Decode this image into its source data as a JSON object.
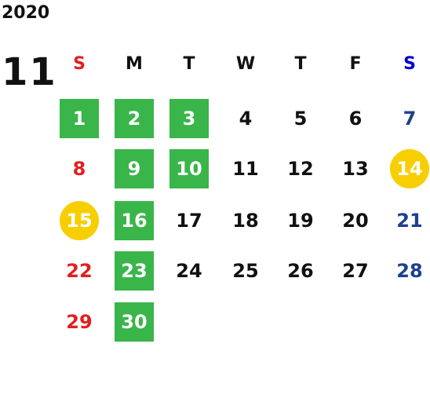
{
  "calendar": {
    "year": "2020",
    "month": "11",
    "weekdays": [
      "S",
      "M",
      "T",
      "W",
      "T",
      "F",
      "S"
    ],
    "colors": {
      "sunday": "#e02020",
      "saturday_header": "#0000cc",
      "saturday": "#1e3f8f",
      "weekday": "#111111",
      "green_highlight": "#3ab54a",
      "yellow_highlight": "#f7cf00"
    },
    "days": [
      {
        "d": "1",
        "hl": "green"
      },
      {
        "d": "2",
        "hl": "green"
      },
      {
        "d": "3",
        "hl": "green"
      },
      {
        "d": "4",
        "hl": ""
      },
      {
        "d": "5",
        "hl": ""
      },
      {
        "d": "6",
        "hl": ""
      },
      {
        "d": "7",
        "hl": ""
      },
      {
        "d": "8",
        "hl": ""
      },
      {
        "d": "9",
        "hl": "green"
      },
      {
        "d": "10",
        "hl": "green"
      },
      {
        "d": "11",
        "hl": ""
      },
      {
        "d": "12",
        "hl": ""
      },
      {
        "d": "13",
        "hl": ""
      },
      {
        "d": "14",
        "hl": "yellow"
      },
      {
        "d": "15",
        "hl": "yellow"
      },
      {
        "d": "16",
        "hl": "green"
      },
      {
        "d": "17",
        "hl": ""
      },
      {
        "d": "18",
        "hl": ""
      },
      {
        "d": "19",
        "hl": ""
      },
      {
        "d": "20",
        "hl": ""
      },
      {
        "d": "21",
        "hl": ""
      },
      {
        "d": "22",
        "hl": ""
      },
      {
        "d": "23",
        "hl": "green"
      },
      {
        "d": "24",
        "hl": ""
      },
      {
        "d": "25",
        "hl": ""
      },
      {
        "d": "26",
        "hl": ""
      },
      {
        "d": "27",
        "hl": ""
      },
      {
        "d": "28",
        "hl": ""
      },
      {
        "d": "29",
        "hl": ""
      },
      {
        "d": "30",
        "hl": "green"
      }
    ]
  }
}
